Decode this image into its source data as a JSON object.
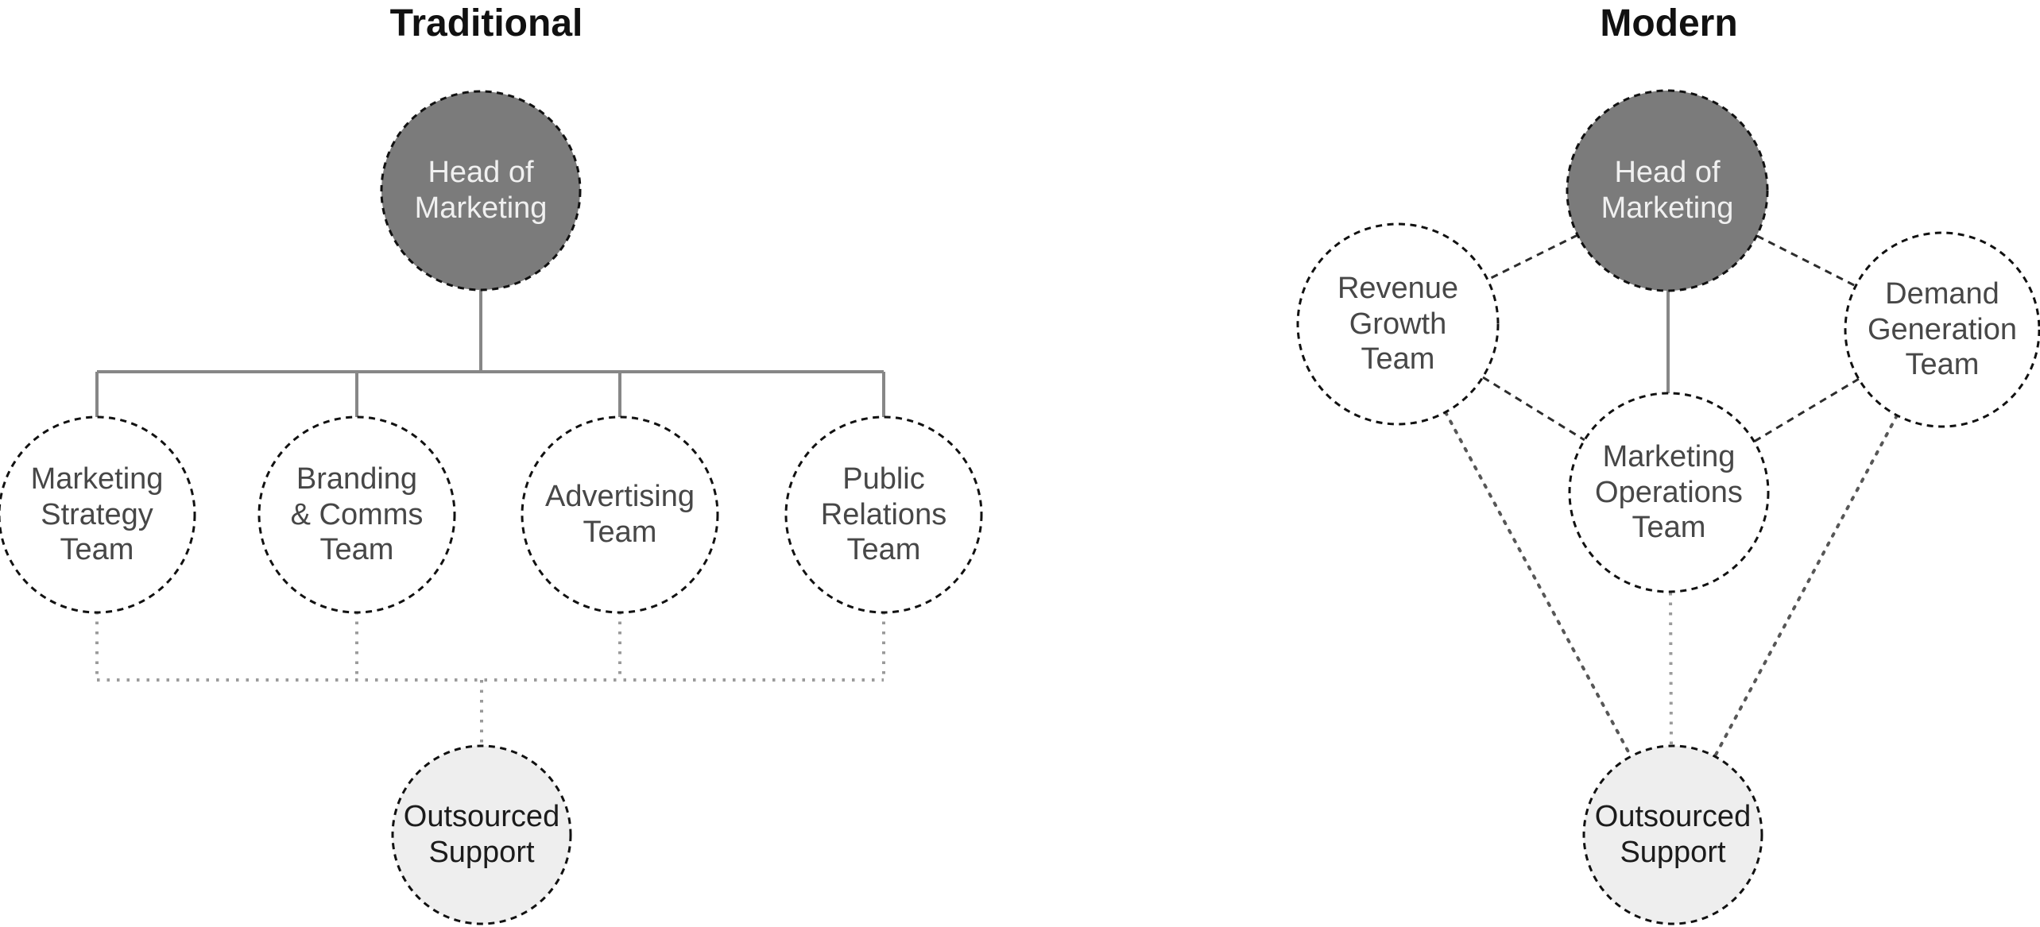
{
  "traditional": {
    "title": "Traditional",
    "head": {
      "label": "Head of\nMarketing"
    },
    "teams": [
      {
        "label": "Marketing\nStrategy\nTeam"
      },
      {
        "label": "Branding\n& Comms\nTeam"
      },
      {
        "label": "Advertising\nTeam"
      },
      {
        "label": "Public\nRelations\nTeam"
      }
    ],
    "outsourced": {
      "label": "Outsourced\nSupport"
    }
  },
  "modern": {
    "title": "Modern",
    "head": {
      "label": "Head of\nMarketing"
    },
    "teams": [
      {
        "label": "Revenue\nGrowth\nTeam"
      },
      {
        "label": "Demand\nGeneration\nTeam"
      },
      {
        "label": "Marketing\nOperations\nTeam"
      }
    ],
    "outsourced": {
      "label": "Outsourced\nSupport"
    }
  },
  "colors": {
    "bg": "#ffffff",
    "title_color": "#111111",
    "border": "#111111",
    "head_fill": "#7b7b7b",
    "head_text": "#f0f0f0",
    "team_text": "#474747",
    "outsourced_fill": "#eeeeee",
    "outsourced_text": "#1b1b1b",
    "solid_line": "#878787",
    "dashed_line": "#2d2d2d",
    "dotted_gray": "#9b9b9b",
    "dotted_dark": "#575757"
  }
}
